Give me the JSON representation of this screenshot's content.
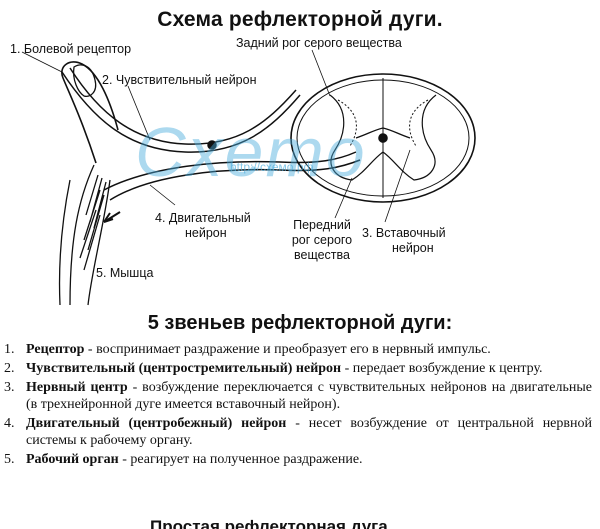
{
  "title": "Схема рефлекторной дуги.",
  "labels": {
    "receptor": "1. Болевой рецептор",
    "sensory": "2. Чувствительный нейрон",
    "dorsal_horn": "Задний рог серого вещества",
    "motor_line1": "4. Двигательный",
    "motor_line2": "нейрон",
    "ventral_line1": "Передний",
    "ventral_line2": "рог серого",
    "ventral_line3": "вещества",
    "inter_line1": "3. Вставочный",
    "inter_line2": "нейрон",
    "muscle": "5. Мышца"
  },
  "watermark": {
    "logo": "Cxemo",
    "url": "http://схемо.рф",
    "color": "#46aadc"
  },
  "subtitle": "5 звеньев рефлекторной дуги:",
  "items": [
    {
      "num": "1.",
      "term": "Рецептор",
      "text": " - воспринимает раздражение и преобразует его в нервный импульс."
    },
    {
      "num": "2.",
      "term": "Чувствительный (центростремительный) нейрон",
      "text": " - передает возбуждение к центру."
    },
    {
      "num": "3.",
      "term": "Нервный центр",
      "text": " - возбуждение переключается с чувствительных нейронов на двигательные (в трехнейронной дуге имеется вставочный нейрон)."
    },
    {
      "num": "4.",
      "term": "Двигательный (центробежный) нейрон",
      "text": " - несет возбуждение от центральной нервной системы к рабочему органу."
    },
    {
      "num": "5.",
      "term": "Рабочий орган",
      "text": " - реагирует на полученное раздражение."
    }
  ],
  "cut_off_heading": "Простая рефлекторная дуга"
}
